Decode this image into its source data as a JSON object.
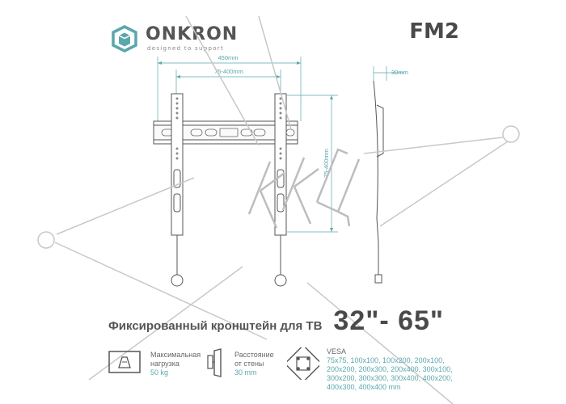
{
  "brand": {
    "name": "ONKRON",
    "tagline": "designed to support"
  },
  "model": "FM2",
  "dimensions": {
    "width": "450mm",
    "vesa_width": "75-400mm",
    "height": "75-400mm",
    "depth": "30mm"
  },
  "title": {
    "subtitle": "Фиксированный кронштейн для ТВ",
    "size": "32\"- 65\""
  },
  "specs": {
    "load_label_1": "Максимальная",
    "load_label_2": "нагрузка",
    "load_value": "50 kg",
    "distance_label_1": "Расстояние",
    "distance_label_2": "от стены",
    "distance_value": "30 mm",
    "vesa_label": "VESA",
    "vesa_lines": [
      "75x75, 100x100, 100x200, 200x100,",
      "200x200, 200x300, 200x400, 300x100,",
      "300x200, 300x300, 300x400,  400x200,",
      "400x300, 400x400 mm"
    ]
  },
  "colors": {
    "accent": "#5aa7ad",
    "text": "#555555",
    "watermark": "#bdbdbd"
  }
}
